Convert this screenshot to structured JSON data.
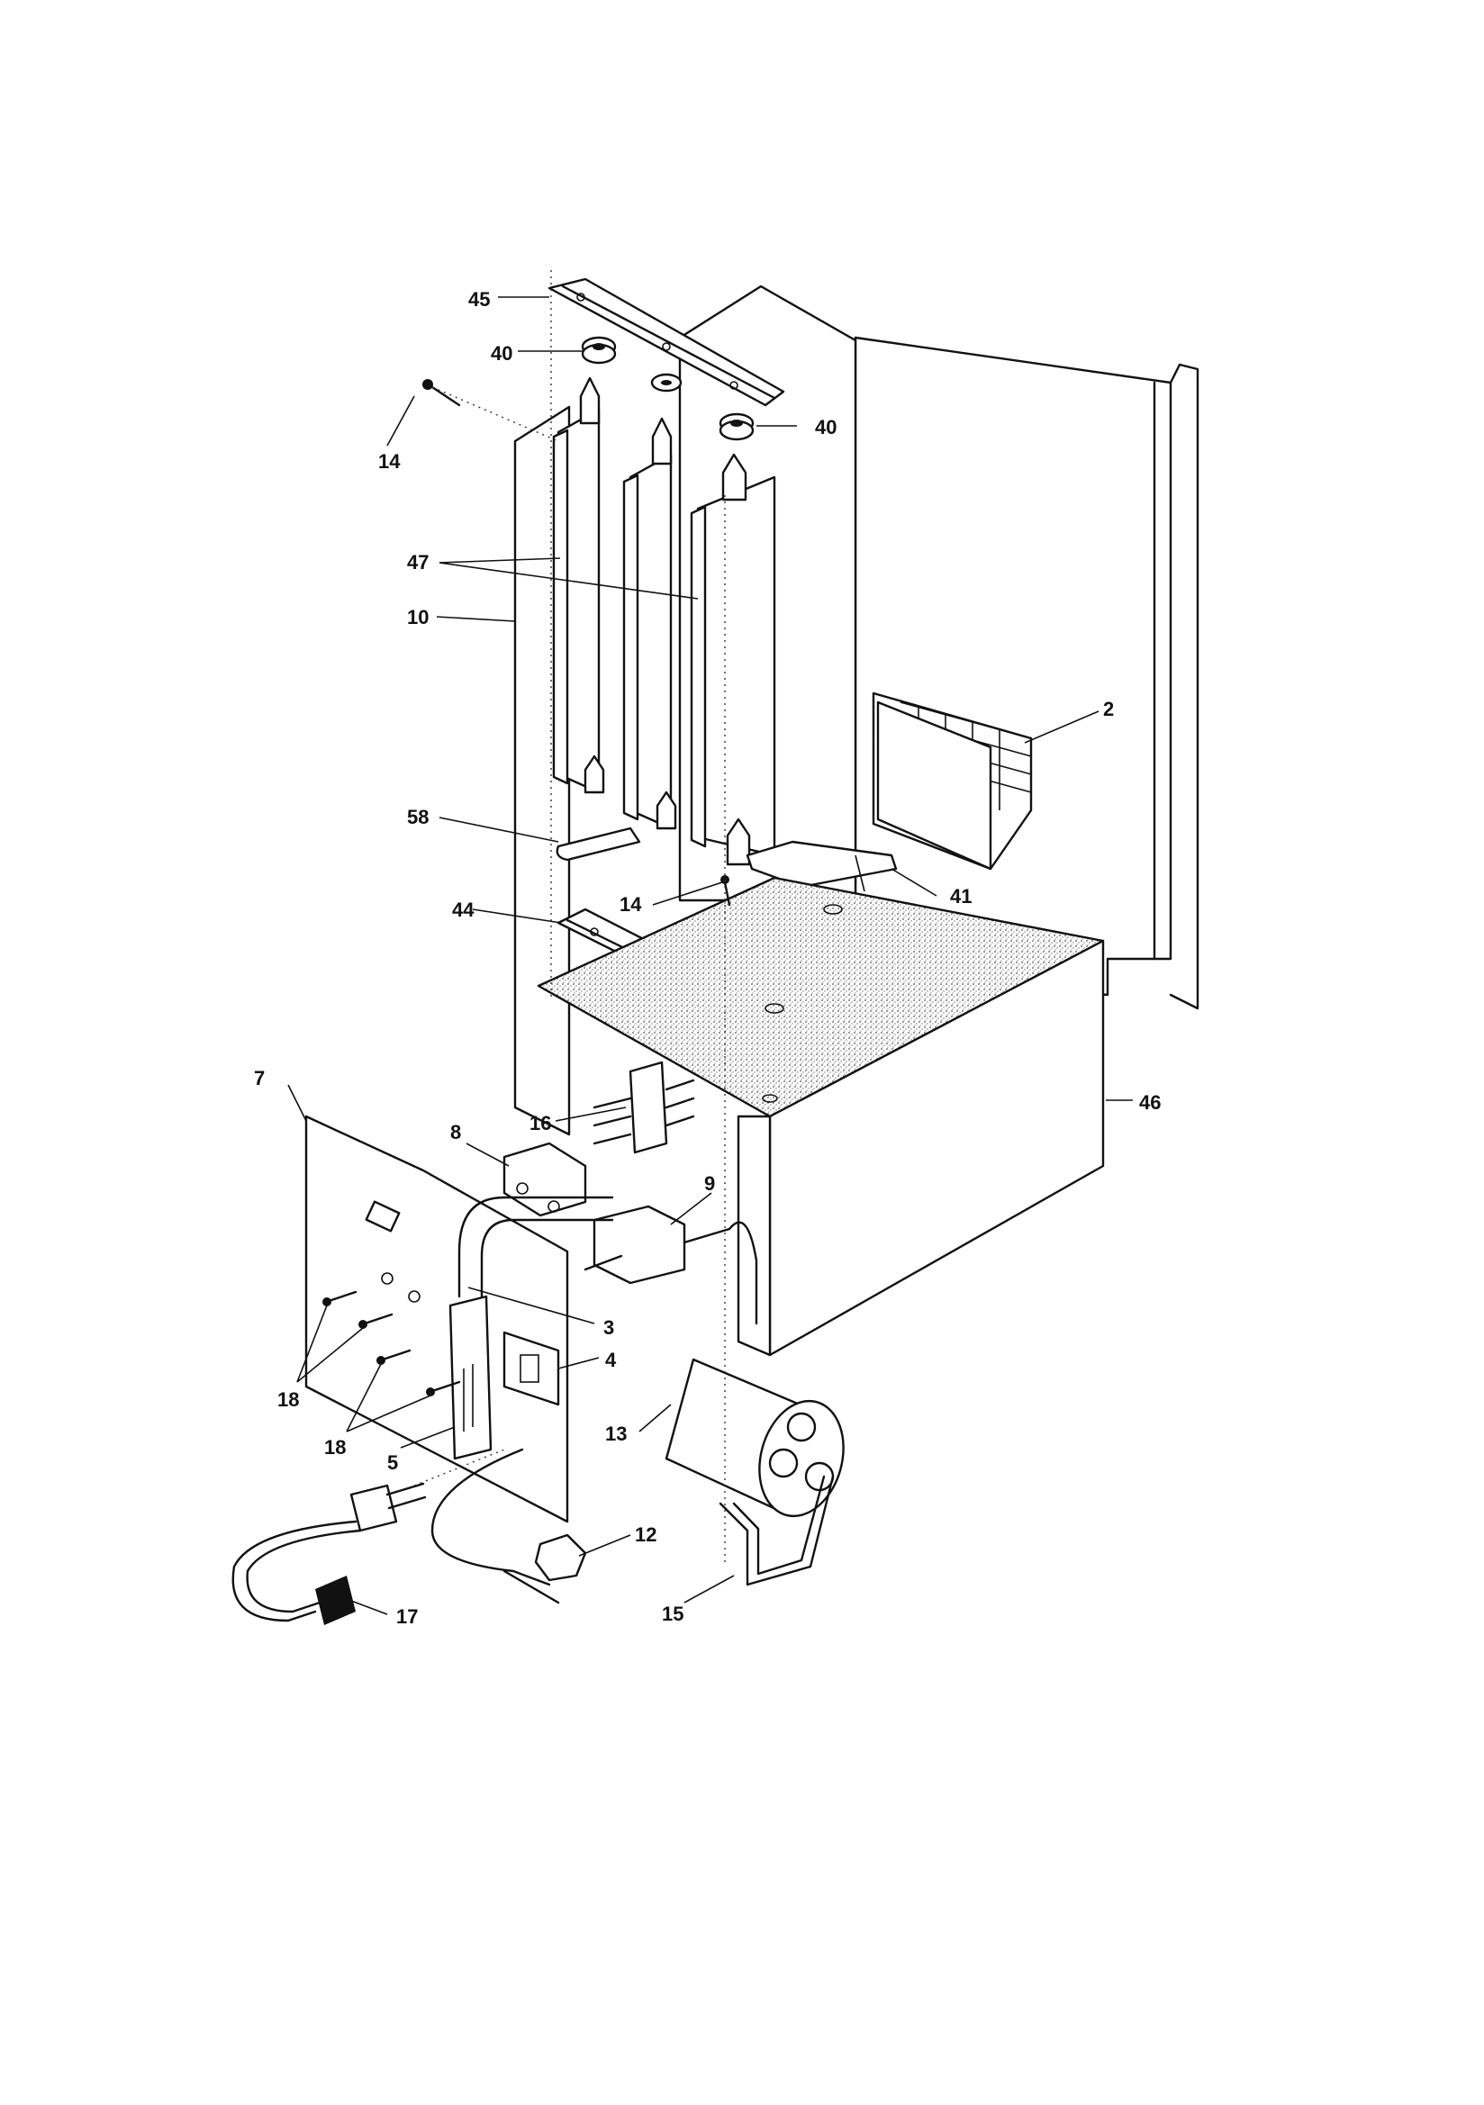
{
  "callouts": [
    {
      "id": "c45a",
      "text": "45"
    },
    {
      "id": "c40a",
      "text": "40"
    },
    {
      "id": "c14a",
      "text": "14"
    },
    {
      "id": "c40b",
      "text": "40"
    },
    {
      "id": "c47",
      "text": "47"
    },
    {
      "id": "c10",
      "text": "10"
    },
    {
      "id": "c2",
      "text": "2"
    },
    {
      "id": "c58",
      "text": "58"
    },
    {
      "id": "c14b",
      "text": "14"
    },
    {
      "id": "c41",
      "text": "41"
    },
    {
      "id": "c44",
      "text": "44"
    },
    {
      "id": "c7",
      "text": "7"
    },
    {
      "id": "c16",
      "text": "16"
    },
    {
      "id": "c46",
      "text": "46"
    },
    {
      "id": "c8",
      "text": "8"
    },
    {
      "id": "c9",
      "text": "9"
    },
    {
      "id": "c3",
      "text": "3"
    },
    {
      "id": "c4",
      "text": "4"
    },
    {
      "id": "c18a",
      "text": "18"
    },
    {
      "id": "c18b",
      "text": "18"
    },
    {
      "id": "c5",
      "text": "5"
    },
    {
      "id": "c13",
      "text": "13"
    },
    {
      "id": "c12",
      "text": "12"
    },
    {
      "id": "c15",
      "text": "15"
    },
    {
      "id": "c17",
      "text": "17"
    }
  ],
  "colors": {
    "ink": "#111111",
    "paper": "#ffffff"
  }
}
